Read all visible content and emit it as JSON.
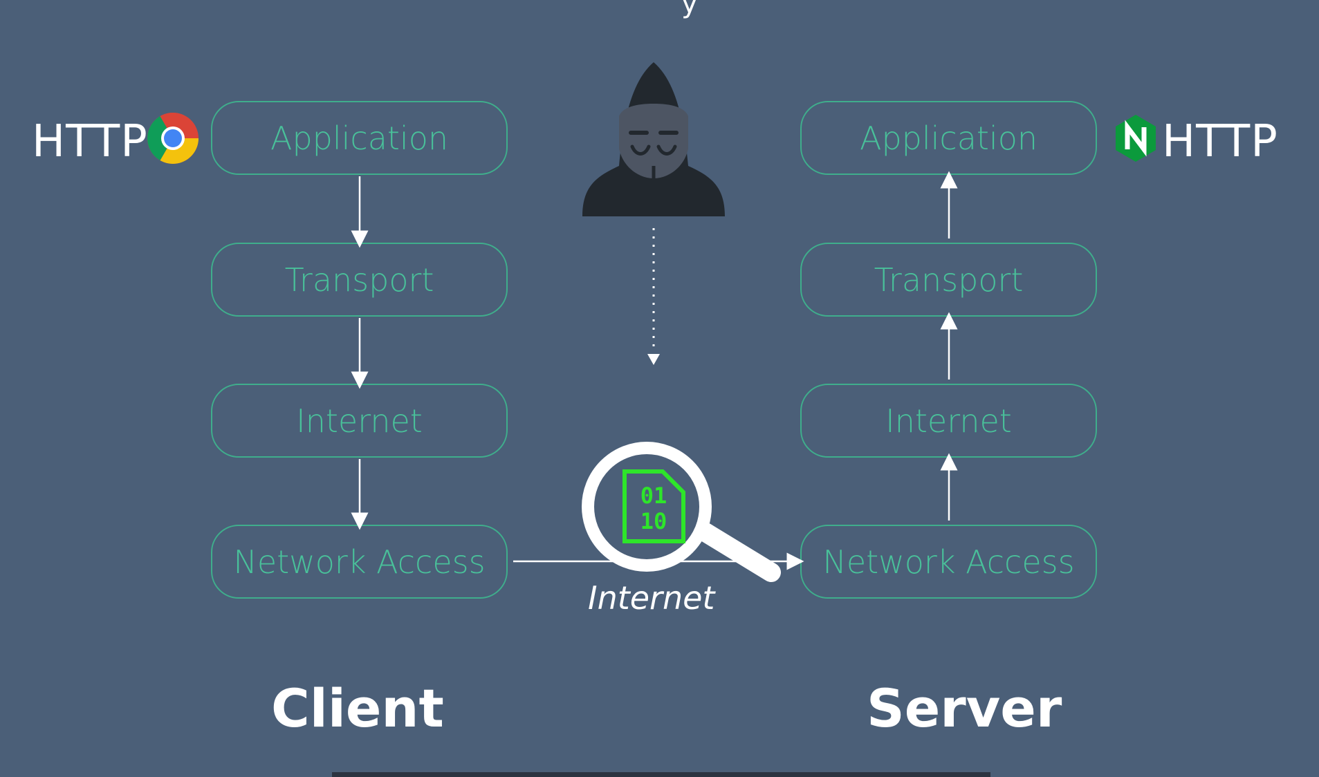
{
  "client": {
    "protocol": "HTTP",
    "layers": [
      "Application",
      "Transport",
      "Internet",
      "Network Access"
    ],
    "label": "Client"
  },
  "server": {
    "protocol": "HTTP",
    "layers": [
      "Application",
      "Transport",
      "Internet",
      "Network Access"
    ],
    "label": "Server"
  },
  "link": {
    "label": "Internet"
  },
  "top_fragment": "y",
  "binary_digits": [
    "01",
    "10"
  ],
  "colors": {
    "background": "#4b5f78",
    "layer_border": "#3fae8c",
    "layer_text": "#49c19a",
    "binary_green": "#2ee52a",
    "hacker": "#22282e"
  },
  "icons": {
    "client_browser": "chrome-icon",
    "server_software": "nginx-icon",
    "attacker": "hacker-icon",
    "sniffer": "magnifier-icon"
  }
}
